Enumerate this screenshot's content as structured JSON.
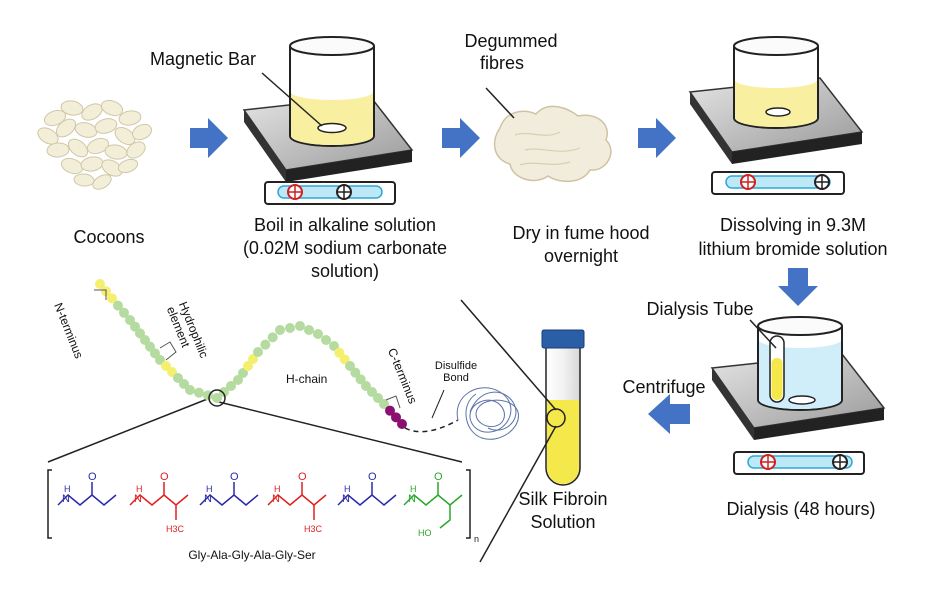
{
  "labels": {
    "magnetic_bar": "Magnetic Bar",
    "degummed_fibres_1": "Degummed",
    "degummed_fibres_2": "fibres",
    "cocoons": "Cocoons",
    "boil_1": "Boil in alkaline solution",
    "boil_2": "(0.02M sodium carbonate",
    "boil_3": "solution)",
    "dry_1": "Dry in fume hood",
    "dry_2": "overnight",
    "dissolve_1": "Dissolving in 9.3M",
    "dissolve_2": "lithium bromide solution",
    "dialysis_tube": "Dialysis Tube",
    "centrifuge": "Centrifuge",
    "dialysis": "Dialysis (48 hours)",
    "silk_1": "Silk Fibroin",
    "silk_2": "Solution"
  },
  "molecule": {
    "n_terminus": "N-terminus",
    "hydrophilic_1": "Hydrophilic",
    "hydrophilic_2": "element",
    "h_chain": "H-chain",
    "c_terminus": "C-terminus",
    "disulfide_1": "Disulfide",
    "disulfide_2": "Bond",
    "sequence": "Gly-Ala-Gly-Ala-Gly-Ser",
    "atom_nh": "N",
    "atom_h": "H",
    "atom_o": "O",
    "atom_ho": "HO",
    "methyl_h3": "H",
    "methyl_sub": "3",
    "methyl_c": "C",
    "subscript_n": "n"
  },
  "colors": {
    "arrow": "#4472c4",
    "bead_green": "#b5dba0",
    "bead_yellow": "#f5ef70",
    "bead_purple": "#8b1070",
    "glycine": "#2a2aa8",
    "alanine": "#e02020",
    "serine": "#2aa82a",
    "solution_yellow": "#f8f0a0",
    "dialysis_water": "#cfeefa"
  }
}
